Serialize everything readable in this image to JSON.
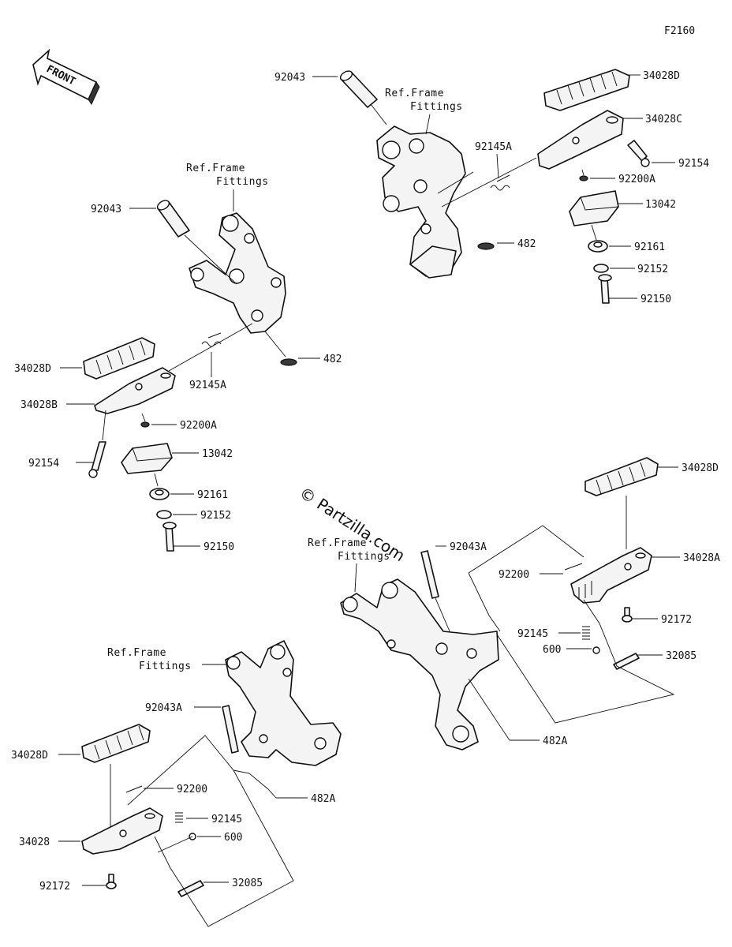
{
  "figure_code": "F2160",
  "front_label": "FRONT",
  "watermark": "© Partzilla.com",
  "ref_label_1": "Ref.Frame",
  "ref_label_2": "Fittings",
  "callouts": {
    "tr_92043": "92043",
    "tr_34028D": "34028D",
    "tr_34028C": "34028C",
    "tr_92154": "92154",
    "tr_92145A": "92145A",
    "tr_92200A": "92200A",
    "tr_13042": "13042",
    "tr_482": "482",
    "tr_92161": "92161",
    "tr_92152": "92152",
    "tr_92150": "92150",
    "tl_92043": "92043",
    "tl_482": "482",
    "tl_34028D": "34028D",
    "tl_92145A": "92145A",
    "tl_34028B": "34028B",
    "tl_92200A": "92200A",
    "tl_92154": "92154",
    "tl_13042": "13042",
    "tl_92161": "92161",
    "tl_92152": "92152",
    "tl_92150": "92150",
    "mr_34028D": "34028D",
    "mr_92043A": "92043A",
    "mr_92200": "92200",
    "mr_34028A": "34028A",
    "mr_92172": "92172",
    "mr_92145": "92145",
    "mr_600": "600",
    "mr_32085": "32085",
    "mr_482A": "482A",
    "bl_92043A": "92043A",
    "bl_34028D": "34028D",
    "bl_92200": "92200",
    "bl_482A": "482A",
    "bl_92145": "92145",
    "bl_34028": "34028",
    "bl_600": "600",
    "bl_92172": "92172",
    "bl_32085": "32085"
  }
}
